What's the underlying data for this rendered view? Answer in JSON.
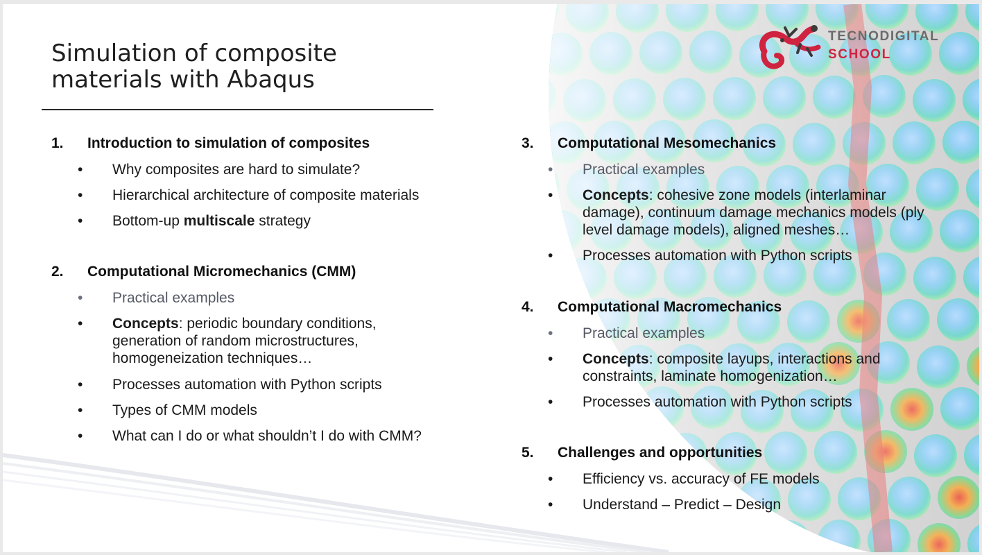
{
  "slide": {
    "title": "Simulation of composite materials with Abaqus",
    "brand_colors": {
      "primary": "#d02340",
      "secondary": "#6b6b6b"
    }
  },
  "logo": {
    "line1": "TECNODIGITAL",
    "line2": "SCHOOL",
    "icon": "gecko-logo-icon"
  },
  "sections": [
    {
      "number": "1.",
      "title": "Introduction to simulation of composites",
      "items": [
        {
          "text": "Why composites are hard to simulate?"
        },
        {
          "text": "Hierarchical architecture of composite materials"
        },
        {
          "prefix": "Bottom-up ",
          "bold": "multiscale",
          "suffix": " strategy"
        }
      ]
    },
    {
      "number": "2.",
      "title": "Computational Micromechanics (CMM)",
      "items": [
        {
          "text": "Practical examples"
        },
        {
          "bold": "Concepts",
          "suffix": ": periodic boundary conditions, generation of random microstructures, homogeneization techniques…"
        },
        {
          "text": "Processes automation with Python scripts"
        },
        {
          "text": "Types of CMM models"
        },
        {
          "text": "What can I do or what shouldn’t I do with CMM?"
        }
      ]
    },
    {
      "number": "3.",
      "title": "Computational Mesomechanics",
      "items": [
        {
          "text": "Practical examples"
        },
        {
          "bold": "Concepts",
          "suffix": ": cohesive zone models (interlaminar damage), continuum damage mechanics models (ply level damage models), aligned meshes…"
        },
        {
          "text": "Processes automation with Python scripts"
        }
      ]
    },
    {
      "number": "4.",
      "title": "Computational Macromechanics",
      "items": [
        {
          "text": "Practical examples"
        },
        {
          "bold": "Concepts",
          "suffix": ": composite layups, interactions and constraints, laminate homogenization…"
        },
        {
          "text": "Processes automation with Python scripts"
        }
      ]
    },
    {
      "number": "5.",
      "title": "Challenges and opportunities",
      "items": [
        {
          "text": "Efficiency vs. accuracy of FE models"
        },
        {
          "text": "Understand – Predict – Design"
        }
      ]
    }
  ],
  "bullet": "•"
}
